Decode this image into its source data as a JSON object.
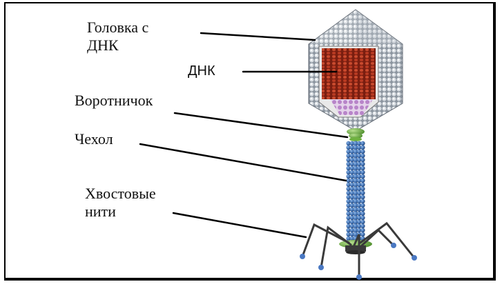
{
  "labels": {
    "head_line1": "Головка с",
    "head_line2": "ДНК",
    "dna": "ДНК",
    "collar": "Воротничок",
    "sheath": "Чехол",
    "fibers_line1": "Хвостовые",
    "fibers_line2": "нити"
  },
  "colors": {
    "capsid": "#9aa3ad",
    "capsid_dark": "#5e6670",
    "dna": "#b83a22",
    "dna_dark": "#7a1e10",
    "inner_purple": "#c9a3d6",
    "collar": "#7bbf4a",
    "tail": "#3f6fb0",
    "tail_light": "#6f9ed8",
    "fiber": "#3a3a3a",
    "fiber_tip": "#4a78c2",
    "baseplate": "#6cbf48"
  }
}
